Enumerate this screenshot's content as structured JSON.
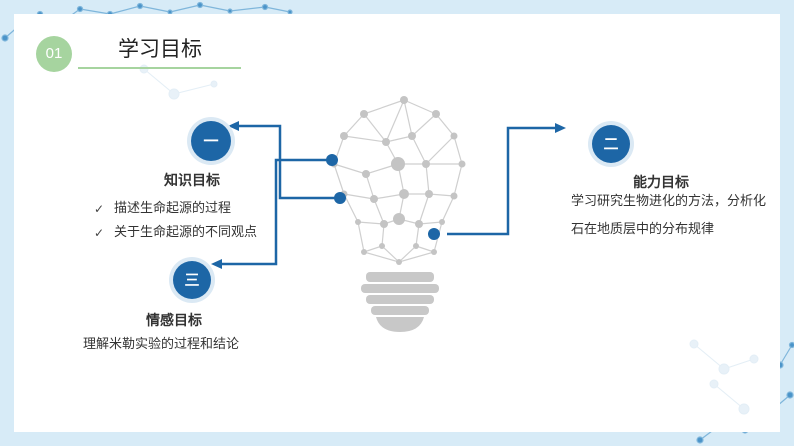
{
  "header": {
    "number": "01",
    "title": "学习目标"
  },
  "objectives": {
    "knowledge": {
      "marker": "一",
      "title": "知识目标",
      "items": [
        "描述生命起源的过程",
        "关于生命起源的不同观点"
      ]
    },
    "ability": {
      "marker": "二",
      "title": "能力目标",
      "text": "学习研究生物进化的方法，分析化石在地质层中的分布规律"
    },
    "emotion": {
      "marker": "三",
      "title": "情感目标",
      "text": "理解米勒实验的过程和结论"
    }
  },
  "icons": {
    "check": "check-icon",
    "bulb": "lightbulb-network-icon",
    "decor": "molecule-decoration"
  },
  "colors": {
    "accent": "#1d66a6",
    "green": "#a6d49f",
    "frame": "#d7ebf7",
    "bulb": "#c8c8c8"
  }
}
